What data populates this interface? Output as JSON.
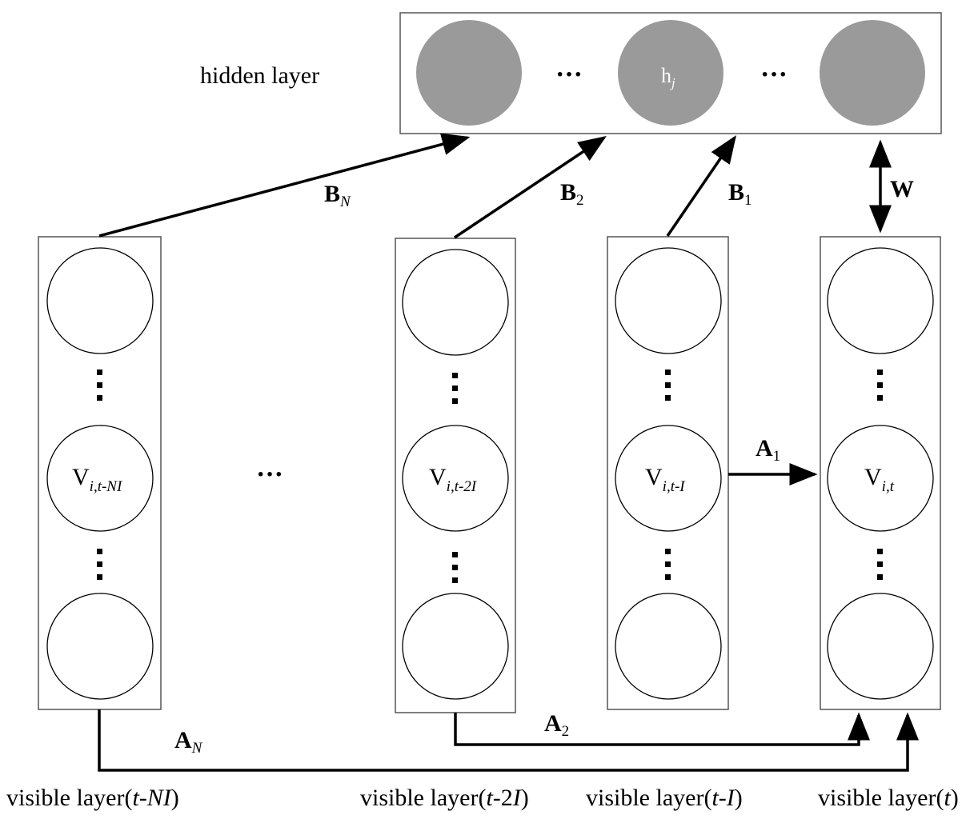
{
  "hidden_layer": {
    "label": "hidden layer",
    "node_label": "h",
    "node_label_sub": "j",
    "ellipsis": "···"
  },
  "visible_layers": [
    {
      "label_prefix": "visible layer(",
      "label_var": "t-NI",
      "label_suffix": ")",
      "node_label": "V",
      "node_label_sub": "i,t-NI"
    },
    {
      "label_prefix": "visible layer(",
      "label_var1": "t",
      "label_mid": "-2",
      "label_var2": "I",
      "label_suffix": ")",
      "node_label": "V",
      "node_label_sub": "i,t-2I"
    },
    {
      "label_prefix": "visible layer(",
      "label_var": "t-I",
      "label_suffix": ")",
      "node_label": "V",
      "node_label_sub": "i,t-I"
    },
    {
      "label_prefix": "visible layer(",
      "label_var": "t",
      "label_suffix": ")",
      "node_label": "V",
      "node_label_sub": "i,t"
    }
  ],
  "between_layers_ellipsis": "···",
  "connections": {
    "BN": {
      "main": "B",
      "sub": "N"
    },
    "B2": {
      "main": "B",
      "sub": "2"
    },
    "B1": {
      "main": "B",
      "sub": "1"
    },
    "W": {
      "main": "W"
    },
    "A1": {
      "main": "A",
      "sub": "1"
    },
    "A2": {
      "main": "A",
      "sub": "2"
    },
    "AN": {
      "main": "A",
      "sub": "N"
    }
  },
  "colors": {
    "hidden_node": "#9a9a9a",
    "line": "#000000",
    "box_border": "#555555"
  }
}
